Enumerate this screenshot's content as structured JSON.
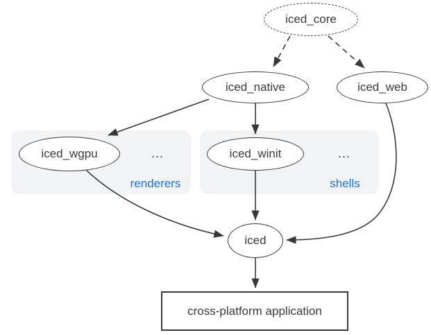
{
  "colors": {
    "stroke": "#383838",
    "text": "#3a3a3a",
    "node_fill": "#ffffff",
    "group_bg": "#f1f3f4",
    "group_label_blue": "#1a73e8",
    "canvas_bg": "#ffffff"
  },
  "diagram": {
    "nodes": {
      "iced_core": {
        "label": "iced_core"
      },
      "iced_native": {
        "label": "iced_native"
      },
      "iced_web": {
        "label": "iced_web"
      },
      "iced_wgpu": {
        "label": "iced_wgpu"
      },
      "iced_winit": {
        "label": "iced_winit"
      },
      "iced": {
        "label": "iced"
      },
      "application": {
        "label": "cross-platform application"
      }
    },
    "groups": {
      "renderers": {
        "label": "renderers",
        "ellipsis": "..."
      },
      "shells": {
        "label": "shells",
        "ellipsis": "..."
      }
    }
  }
}
